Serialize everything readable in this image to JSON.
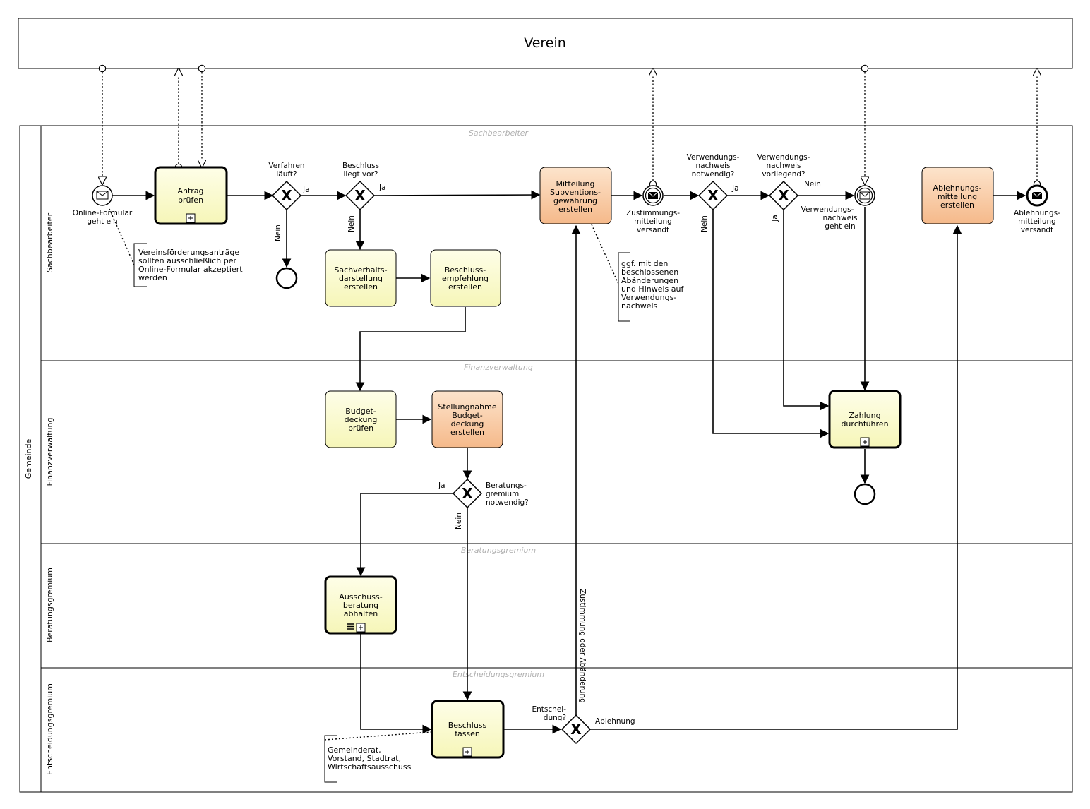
{
  "pools": {
    "external": "Verein",
    "internal": "Gemeinde"
  },
  "lanes": [
    {
      "label": "Sachbearbeiter",
      "watermark": "Sachbearbeiter"
    },
    {
      "label": "Finanzverwaltung",
      "watermark": "Finanzverwaltung"
    },
    {
      "label": "Beratungsgremium",
      "watermark": "Beratungsgremium"
    },
    {
      "label": "Entscheidungsgremium",
      "watermark": "Entscheidungsgremium"
    }
  ],
  "tasks": {
    "antrag": [
      "Antrag",
      "prüfen"
    ],
    "sachverhalt": [
      "Sachverhalts-",
      "darstellung",
      "erstellen"
    ],
    "empfehlung": [
      "Beschluss-",
      "empfehlung",
      "erstellen"
    ],
    "mitteilung": [
      "Mitteilung",
      "Subventions-",
      "gewährung",
      "erstellen"
    ],
    "ablehnung": [
      "Ablehnungs-",
      "mitteilung",
      "erstellen"
    ],
    "budget": [
      "Budget-",
      "deckung",
      "prüfen"
    ],
    "stellungnahme": [
      "Stellungnahme",
      "Budget-",
      "deckung",
      "erstellen"
    ],
    "zahlung": [
      "Zahlung",
      "durchführen"
    ],
    "ausschuss": [
      "Ausschuss-",
      "beratung",
      "abhalten"
    ],
    "beschluss": [
      "Beschluss",
      "fassen"
    ]
  },
  "events": {
    "start": [
      "Online-Formular",
      "geht ein"
    ],
    "zustimmung": [
      "Zustimmungs-",
      "mitteilung",
      "versandt"
    ],
    "nachweis": [
      "Verwendungs-",
      "nachweis",
      "geht ein"
    ],
    "ablehnung_end": [
      "Ablehnungs-",
      "mitteilung",
      "versandt"
    ]
  },
  "gateways": {
    "verfahren": [
      "Verfahren",
      "läuft?"
    ],
    "beschluss": [
      "Beschluss",
      "liegt vor?"
    ],
    "notwendig": [
      "Verwendungs-",
      "nachweis",
      "notwendig?"
    ],
    "vorliegend": [
      "Verwendungs-",
      "nachweis",
      "vorliegend?"
    ],
    "beratung": [
      "Beratungs-",
      "gremium",
      "notwendig?"
    ],
    "entscheidung": [
      "Entschei-",
      "dung?"
    ]
  },
  "flow_labels": {
    "ja": "Ja",
    "nein": "Nein",
    "ablehnung": "Ablehnung",
    "zustimmung": "Zustimmung oder Abänderung"
  },
  "annotations": {
    "formular": [
      "Vereinsförderungsanträge",
      "sollten ausschließlich per",
      "Online-Formular akzeptiert",
      "werden"
    ],
    "mitteilung": [
      "ggf. mit den",
      "beschlossenen",
      "Abänderungen",
      "und Hinweis auf",
      "Verwendungs-",
      "nachweis"
    ],
    "gremium": [
      "Gemeinderat,",
      "Vorstand, Stadtrat,",
      "Wirtschaftsausschuss"
    ]
  },
  "colors": {
    "task_fill_yellow": "#fbfbd0",
    "task_fill_orange": "#f8c9a0",
    "stroke": "#000000",
    "watermark": "#b0b0b0"
  }
}
